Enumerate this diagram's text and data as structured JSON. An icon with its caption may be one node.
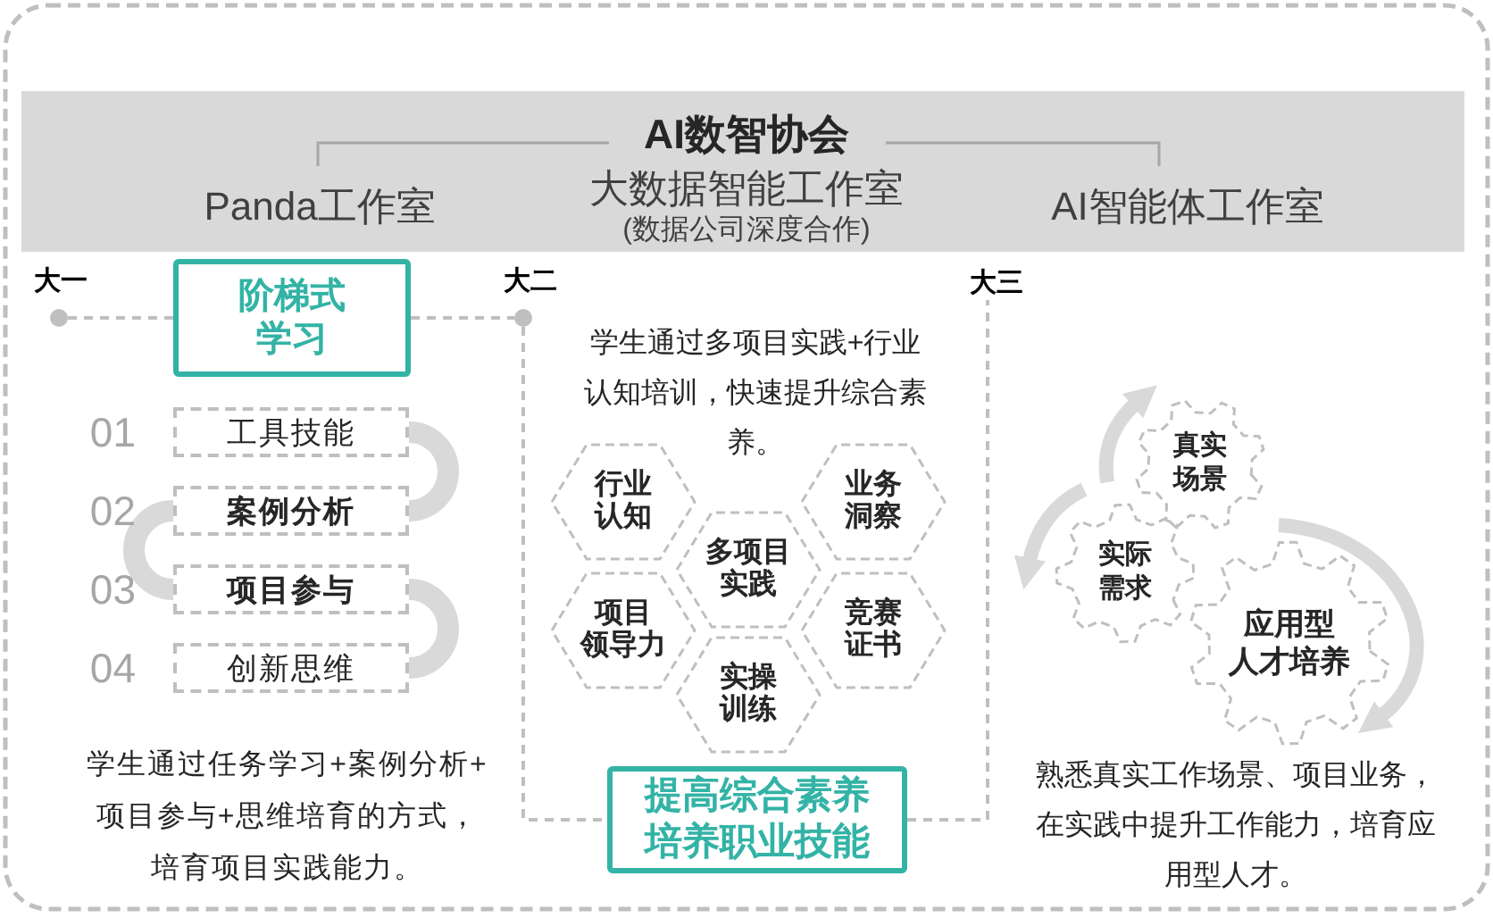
{
  "diagram": {
    "nodes": [
      {
        "text": [
          "AI数智协会",
          "Panda工作室",
          "大数据智能工作室",
          "(数据公司深度合作)",
          "AI智能体工作室"
        ]
      },
      {
        "text": [],
        "shape": "circle",
        "beside": [
          "大一"
        ]
      },
      {
        "text": [
          "阶梯式学习"
        ]
      },
      {
        "text": [],
        "shape": "circle",
        "beside": [
          "大二"
        ]
      },
      {
        "text": [
          "工具技能"
        ],
        "beside": [
          "01"
        ]
      },
      {
        "text": [
          "案例分析"
        ],
        "beside": [
          "02"
        ]
      },
      {
        "text": [
          "项目参与"
        ],
        "beside": [
          "03"
        ]
      },
      {
        "text": [
          "创新思维"
        ],
        "beside": [
          "04"
        ]
      },
      {
        "text": [
          "行业认知"
        ]
      },
      {
        "text": [
          "业务洞察"
        ]
      },
      {
        "text": [
          "多项目实践"
        ]
      },
      {
        "text": [
          "项目领导力"
        ]
      },
      {
        "text": [
          "竞赛证书"
        ]
      },
      {
        "text": [
          "实操训练"
        ]
      },
      {
        "text": [
          "提高综合素养培养职业技能"
        ]
      },
      {
        "text": [
          "大三"
        ]
      },
      {
        "text": [
          "真实场景"
        ]
      },
      {
        "text": [
          "实际需求"
        ]
      },
      {
        "text": [
          "应用型人才培养"
        ]
      }
    ],
    "edges": [
      {
        "from": 1,
        "to": 2,
        "arrow": "none",
        "style": "dashed"
      },
      {
        "from": 2,
        "to": 3,
        "arrow": "none",
        "style": "dashed"
      },
      {
        "from": 3,
        "to": 14,
        "arrow": "none",
        "style": "dashed"
      },
      {
        "from": 14,
        "to": 15,
        "arrow": "none",
        "style": "dashed"
      },
      {
        "from": 4,
        "to": 5,
        "arrow": "none",
        "style": "thick",
        "color": "#d9d9d9"
      },
      {
        "from": 5,
        "to": 6,
        "arrow": "none",
        "style": "thick",
        "color": "#d9d9d9"
      },
      {
        "from": 6,
        "to": 7,
        "arrow": "none",
        "style": "thick",
        "color": "#d9d9d9"
      }
    ],
    "labels": [
      "学生通过任务学习+案例分析+项目参与+思维培育的方式，培育项目实践能力。",
      "学生通过多项目实践+行业认知培训，快速提升综合素养。",
      "熟悉真实工作场景、项目业务，在实践中提升工作能力，培育应用型人才。"
    ]
  }
}
